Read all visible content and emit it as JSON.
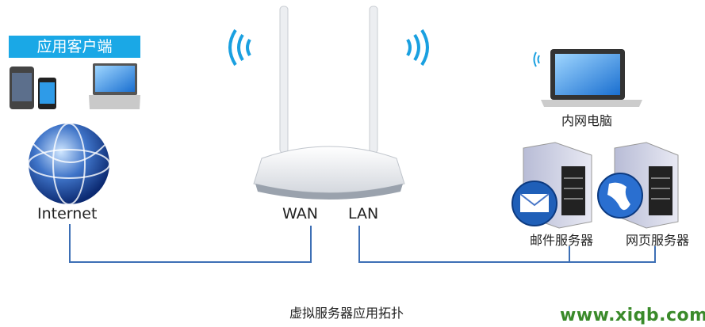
{
  "client_group": {
    "title": "应用客户端",
    "devices": [
      "phone-icon",
      "smartphone-icon",
      "laptop-icon"
    ]
  },
  "internet": {
    "label": "Internet",
    "icon": "globe-icon"
  },
  "router": {
    "wan_label": "WAN",
    "lan_label": "LAN",
    "icon": "wireless-router-icon"
  },
  "intranet_pc": {
    "label": "内网电脑",
    "icon": "laptop-icon"
  },
  "mail_server": {
    "label": "邮件服务器",
    "icon": "mail-server-icon"
  },
  "web_server": {
    "label": "网页服务器",
    "icon": "web-server-icon"
  },
  "caption": "虚拟服务器应用拓扑",
  "watermark": "www.xiqb.com",
  "colors": {
    "line": "#3d6fb5",
    "banner": "#1aa8e6",
    "wifi": "#1aa0e0",
    "watermark": "#3a8a2a"
  }
}
